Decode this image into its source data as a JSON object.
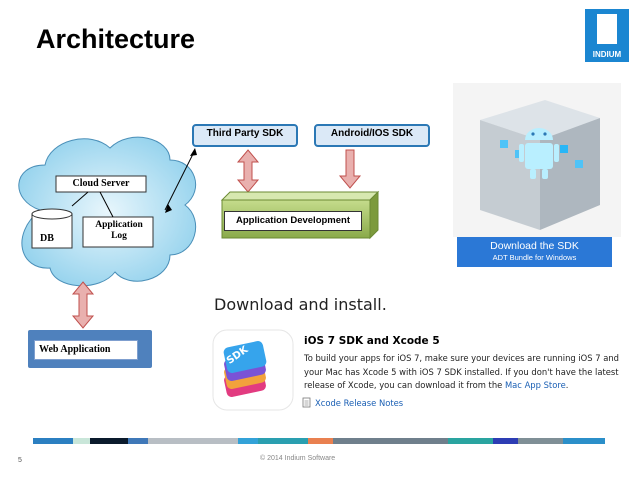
{
  "slide": {
    "title": "Architecture",
    "logo_text": "INDIUM",
    "slide_number": "5",
    "footer": "© 2014 Indium Software"
  },
  "diagram": {
    "third_party_sdk": "Third Party SDK",
    "android_ios_sdk": "Android/IOS SDK",
    "cloud_server": "Cloud Server",
    "db": "DB",
    "application_log": "Application Log",
    "application_development": "Application Development",
    "web_application": "Web  Application"
  },
  "sdk_card": {
    "button_title": "Download the SDK",
    "button_subtitle": "ADT Bundle for Windows"
  },
  "ios_section": {
    "heading": "Download and install.",
    "title": "iOS 7 SDK and Xcode 5",
    "body_1": "To build your apps for iOS 7, make sure your devices are running iOS 7 and your Mac has Xcode 5 with iOS 7 SDK installed. If you don't have the latest release of Xcode, you can download it from the ",
    "mac_app_store": "Mac App Store",
    "body_2": ".",
    "release_notes": "Xcode Release Notes",
    "icon_label": "SDK"
  },
  "colors": {
    "accent_blue": "#2b78b5",
    "arrow_red": "#c0504d",
    "green_box": "#9bbb59",
    "logo_blue": "#1b86d1"
  }
}
